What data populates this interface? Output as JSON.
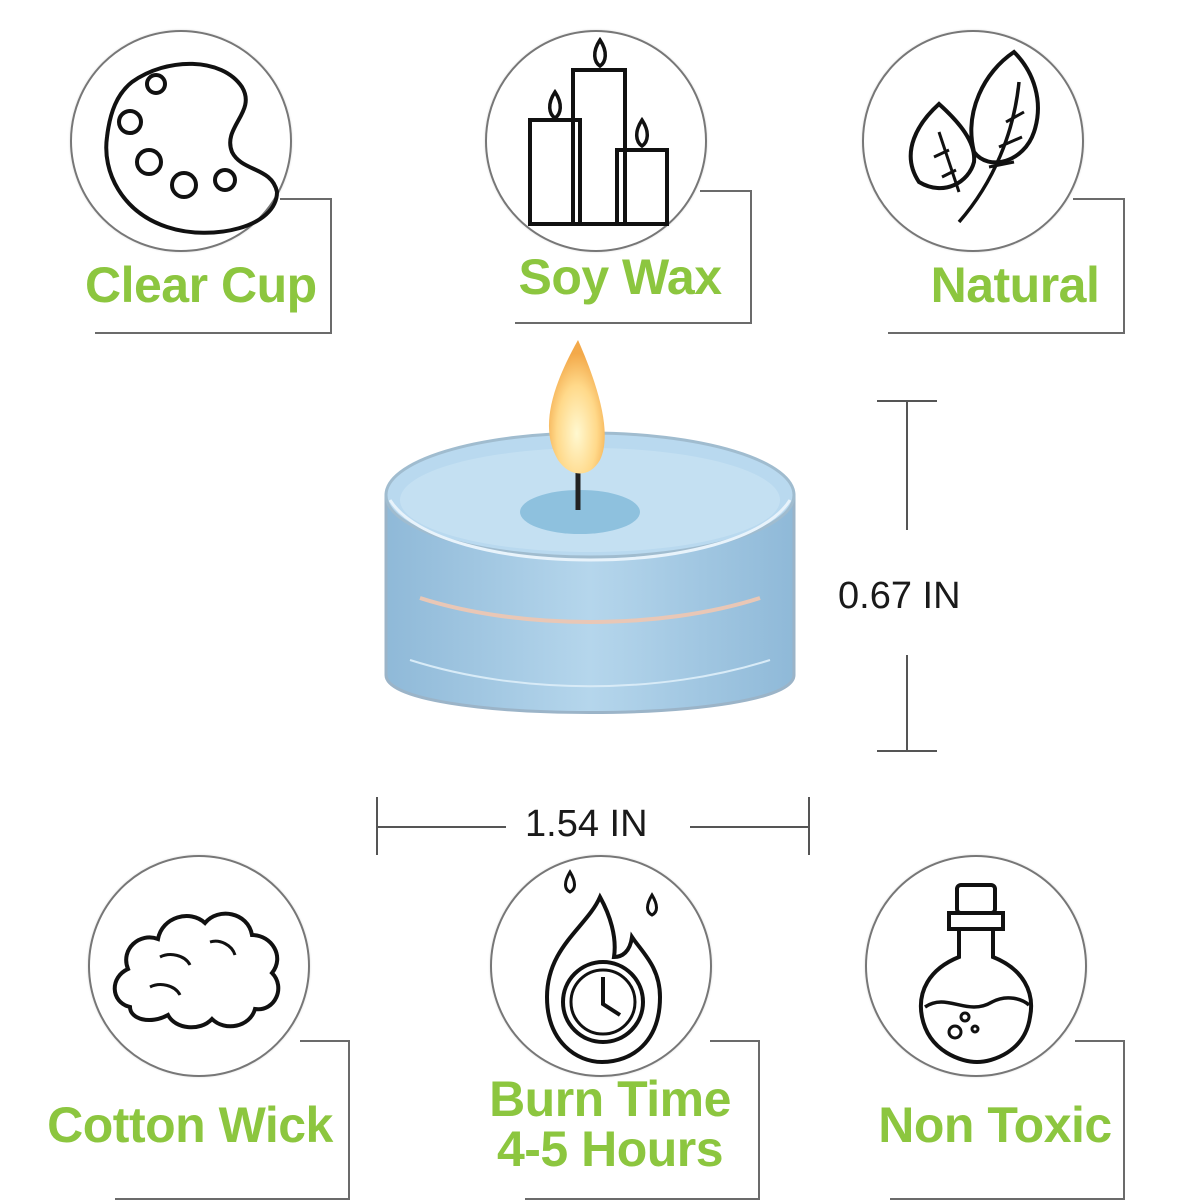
{
  "features": [
    {
      "label": "Clear Cup",
      "icon": "palette-icon"
    },
    {
      "label": "Soy Wax",
      "icon": "candles-icon"
    },
    {
      "label": "Natural",
      "icon": "leaves-icon"
    },
    {
      "label": "Cotton Wick",
      "icon": "cotton-icon"
    },
    {
      "label_line1": "Burn Time",
      "label_line2": "4-5 Hours",
      "icon": "flame-clock-icon"
    },
    {
      "label": "Non Toxic",
      "icon": "potion-bottle-icon"
    }
  ],
  "dimensions": {
    "height": "0.67 IN",
    "width": "1.54 IN"
  },
  "colors": {
    "label_green": "#8cc63f",
    "candle_wax_blue": "#a8cde6",
    "outline_gray": "#6b6b6b"
  }
}
